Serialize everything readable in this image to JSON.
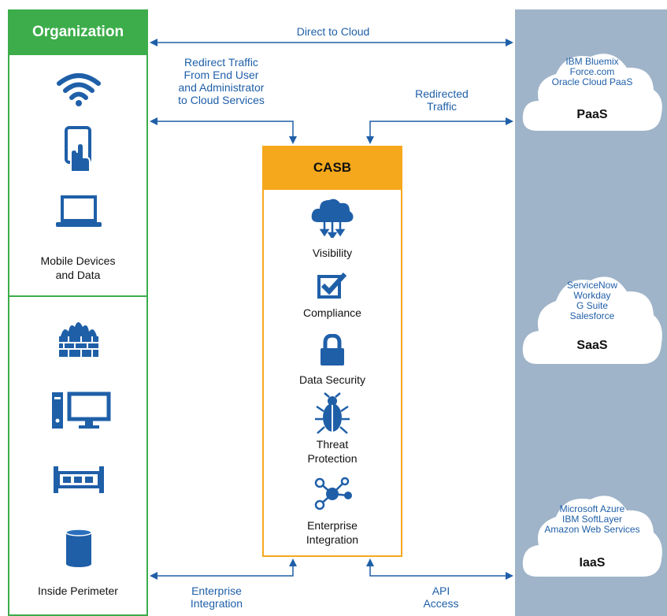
{
  "organization": {
    "header": "Organization",
    "top_group_label": [
      "Mobile Devices",
      "and Data"
    ],
    "bottom_group_label": "Inside Perimeter"
  },
  "casb": {
    "header": "CASB",
    "capabilities": [
      {
        "label": "Visibility",
        "icon": "cloud-network-icon"
      },
      {
        "label": "Compliance",
        "icon": "checkbox-icon"
      },
      {
        "label": "Data Security",
        "icon": "lock-icon"
      },
      {
        "label": "Threat\nProtection",
        "icon": "bug-icon"
      },
      {
        "label": "Enterprise\nIntegration",
        "icon": "network-nodes-icon"
      }
    ]
  },
  "flows": {
    "direct_to_cloud": "Direct to Cloud",
    "redirect_traffic": [
      "Redirect Traffic",
      "From End User",
      "and Administrator",
      "to Cloud Services"
    ],
    "redirected_traffic": [
      "Redirected",
      "Traffic"
    ],
    "enterprise_integration": [
      "Enterprise",
      "Integration"
    ],
    "api_access": [
      "API",
      "Access"
    ]
  },
  "clouds": [
    {
      "items": [
        "IBM Bluemix",
        "Force.com",
        "Oracle Cloud PaaS"
      ],
      "title": "PaaS"
    },
    {
      "items": [
        "ServiceNow",
        "Workday",
        "G Suite",
        "Salesforce"
      ],
      "title": "SaaS"
    },
    {
      "items": [
        "Microsoft Azure",
        "IBM SoftLayer",
        "Amazon Web Services"
      ],
      "title": "IaaS"
    }
  ],
  "colors": {
    "green": "#3cad4a",
    "orange": "#f5a81c",
    "blue": "#1f5fa8",
    "cloud_panel": "#9fb4c9"
  }
}
